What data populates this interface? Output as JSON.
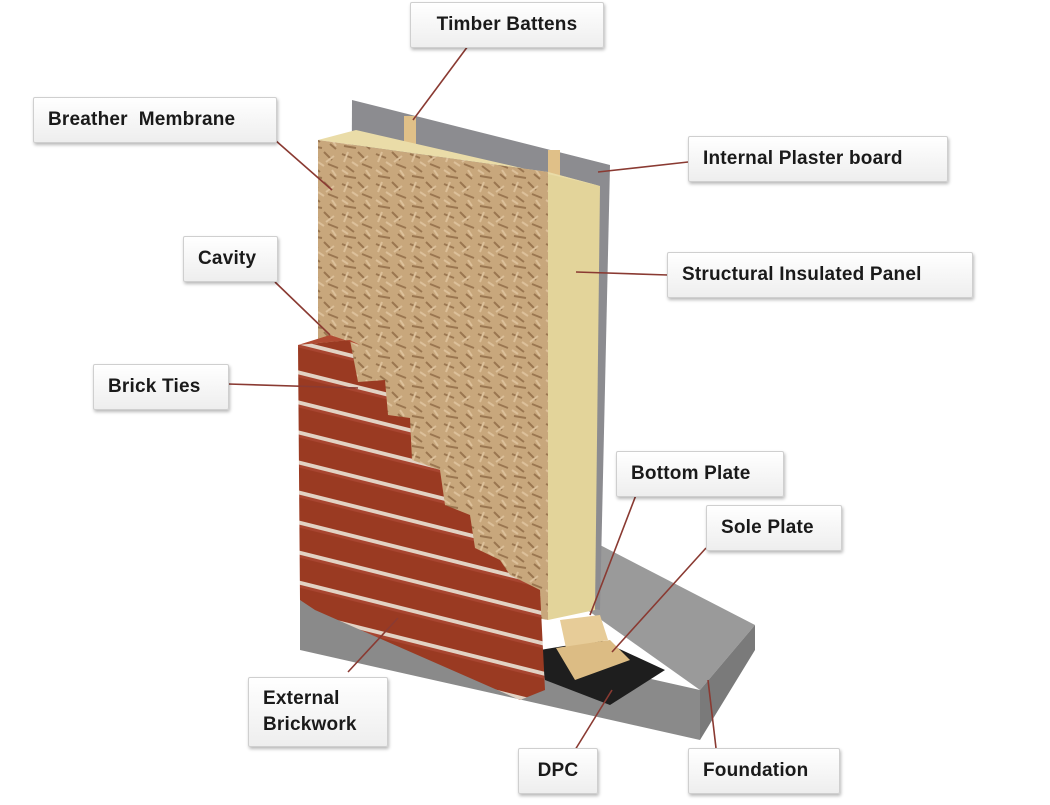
{
  "labels": {
    "timber_battens": "Timber Battens",
    "breather_membrane": "Breather  Membrane",
    "internal_plaster_board": "Internal Plaster board",
    "cavity": "Cavity",
    "structural_insulated_panel": "Structural Insulated Panel",
    "brick_ties": "Brick Ties",
    "bottom_plate": "Bottom Plate",
    "sole_plate": "Sole Plate",
    "external_brickwork": "External\nBrickwork",
    "dpc": "DPC",
    "foundation": "Foundation"
  },
  "colors": {
    "brick": "#9a3a22",
    "mortar": "#e2d2c4",
    "osb": "#c8a77c",
    "insulation": "#e3d49a",
    "plasterboard": "#8c8c90",
    "foundation": "#8a8a8a",
    "dpc": "#1e1e1e",
    "timber": "#e0c088"
  }
}
